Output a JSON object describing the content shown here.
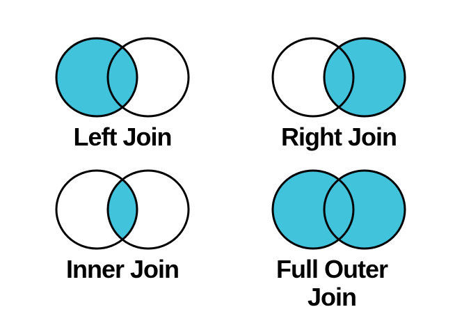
{
  "figure": {
    "background": "#ffffff",
    "title": ""
  },
  "colors": {
    "fill": "#42C3DC",
    "empty": "#ffffff",
    "stroke": "#000000",
    "label_text": "#000000"
  },
  "diagrams": [
    {
      "name": "left-join",
      "label": "Left Join",
      "left_fill": "#42C3DC",
      "right_fill": "#ffffff",
      "intersection_fill": "#42C3DC"
    },
    {
      "name": "right-join",
      "label": "Right Join",
      "left_fill": "#ffffff",
      "right_fill": "#42C3DC",
      "intersection_fill": "#42C3DC"
    },
    {
      "name": "inner-join",
      "label": "Inner Join",
      "left_fill": "#ffffff",
      "right_fill": "#ffffff",
      "intersection_fill": "#42C3DC"
    },
    {
      "name": "full-outer-join",
      "label": "Full Outer Join",
      "left_fill": "#42C3DC",
      "right_fill": "#42C3DC",
      "intersection_fill": "#42C3DC"
    }
  ]
}
